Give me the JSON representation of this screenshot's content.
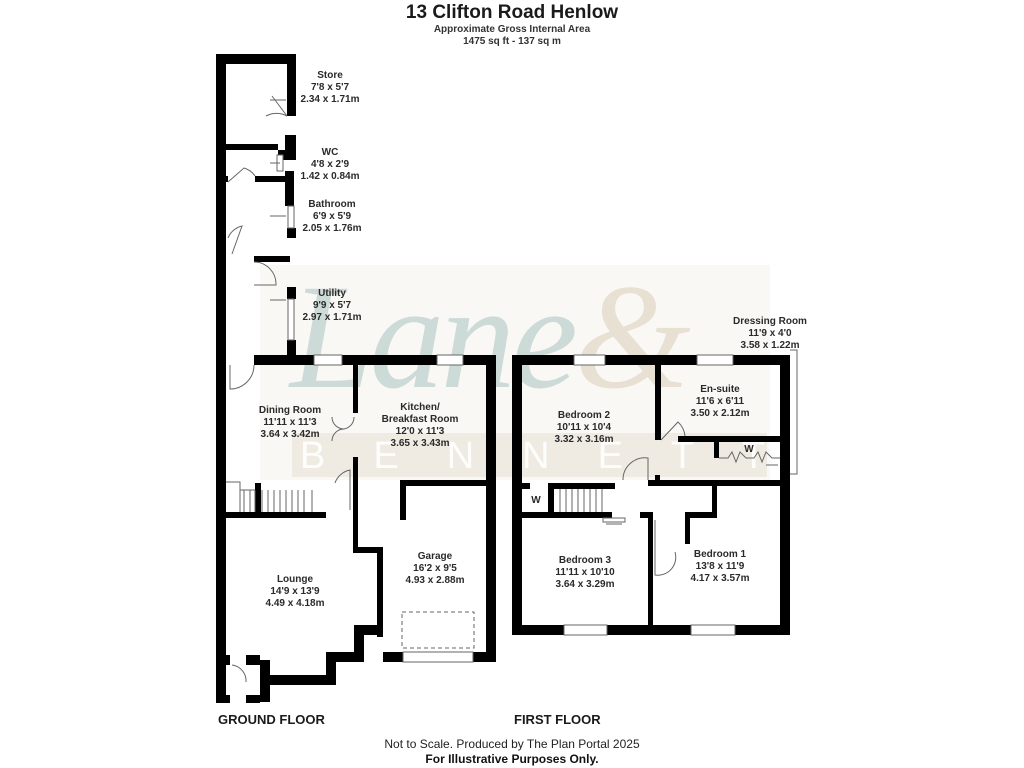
{
  "header": {
    "title": "13 Clifton Road Henlow",
    "subtitle": "Approximate Gross Internal Area",
    "area": "1475 sq ft - 137 sq m"
  },
  "watermark": {
    "script_text": "Lane",
    "ampersand": "&",
    "band_text": "BENNETTS"
  },
  "floors": [
    {
      "label": "GROUND FLOOR"
    },
    {
      "label": "FIRST FLOOR"
    }
  ],
  "rooms": {
    "store": {
      "name": "Store",
      "imperial": "7'8 x 5'7",
      "metric": "2.34 x 1.71m"
    },
    "wc": {
      "name": "WC",
      "imperial": "4'8 x 2'9",
      "metric": "1.42 x 0.84m"
    },
    "bathroom": {
      "name": "Bathroom",
      "imperial": "6'9 x 5'9",
      "metric": "2.05 x 1.76m"
    },
    "utility": {
      "name": "Utility",
      "imperial": "9'9 x 5'7",
      "metric": "2.97 x 1.71m"
    },
    "dining": {
      "name": "Dining Room",
      "imperial": "11'11 x 11'3",
      "metric": "3.64 x 3.42m"
    },
    "kitchen": {
      "name": "Kitchen/",
      "name2": "Breakfast Room",
      "imperial": "12'0 x 11'3",
      "metric": "3.65 x 3.43m"
    },
    "lounge": {
      "name": "Lounge",
      "imperial": "14'9 x 13'9",
      "metric": "4.49 x 4.18m"
    },
    "garage": {
      "name": "Garage",
      "imperial": "16'2 x 9'5",
      "metric": "4.93 x 2.88m"
    },
    "bedroom2": {
      "name": "Bedroom 2",
      "imperial": "10'11 x 10'4",
      "metric": "3.32 x 3.16m"
    },
    "ensuite": {
      "name": "En-suite",
      "imperial": "11'6 x 6'11",
      "metric": "3.50 x 2.12m"
    },
    "dressing": {
      "name": "Dressing Room",
      "imperial": "11'9 x 4'0",
      "metric": "3.58 x 1.22m"
    },
    "bedroom3": {
      "name": "Bedroom 3",
      "imperial": "11'11 x 10'10",
      "metric": "3.64 x 3.29m"
    },
    "bedroom1": {
      "name": "Bedroom 1",
      "imperial": "13'8 x 11'9",
      "metric": "4.17 x 3.57m"
    }
  },
  "wardrobe_labels": {
    "first_floor_w1": "W",
    "first_floor_w2": "W"
  },
  "footer": {
    "note": "Not to Scale. Produced by The Plan Portal 2025",
    "disclaimer": "For Illustrative Purposes Only."
  },
  "colors": {
    "wall": "#000000",
    "watermark_teal": "#a9c4c2",
    "watermark_beige": "#d8cdb8",
    "band": "#e7e2d7"
  }
}
